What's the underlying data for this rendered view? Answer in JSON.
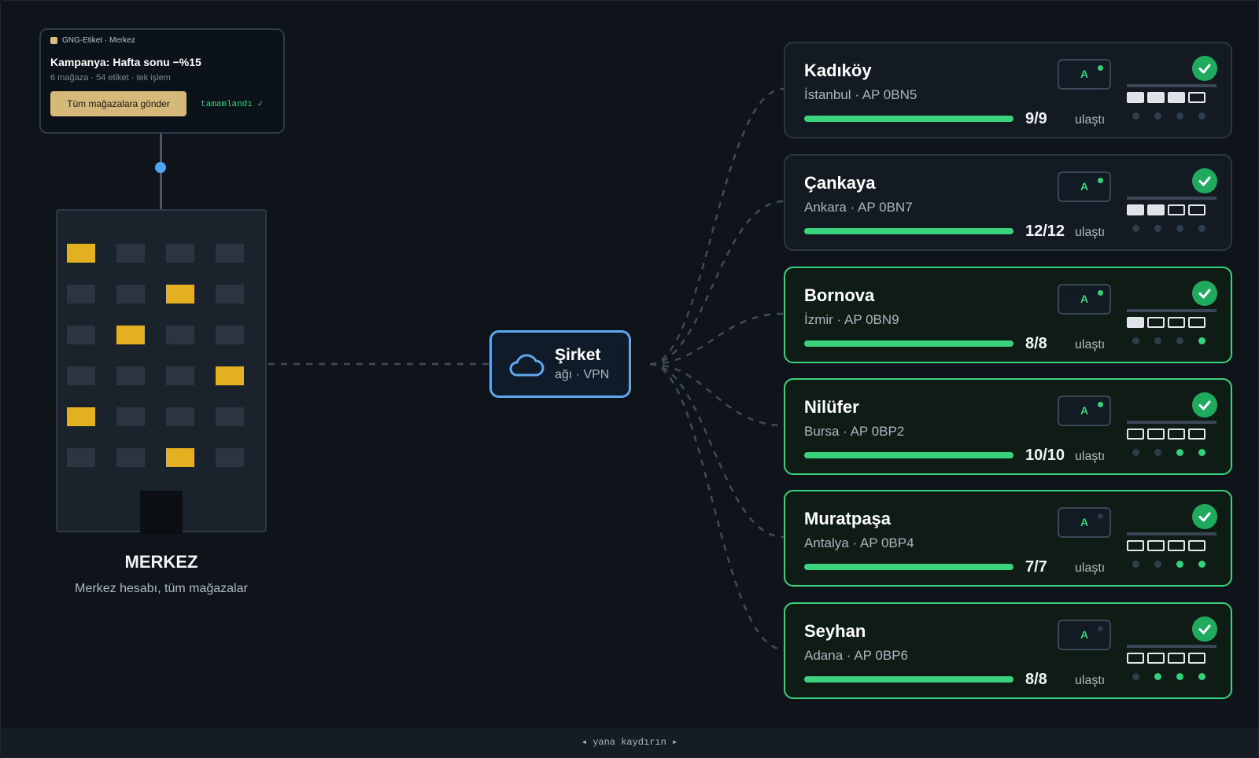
{
  "campaign": {
    "header": "GNG-Etiket · Merkez",
    "title": "Kampanya: Hafta sonu −%15",
    "meta": "6 mağaza · 54 etiket · tek işlem",
    "send_label": "Tüm mağazalara gönder",
    "status": "tamamlandı ✓"
  },
  "hq": {
    "name": "MERKEZ",
    "description": "Merkez hesabı, tüm mağazalar",
    "lit_windows": [
      [
        1,
        0,
        0,
        0
      ],
      [
        0,
        0,
        1,
        0
      ],
      [
        0,
        1,
        0,
        0
      ],
      [
        0,
        0,
        0,
        1
      ],
      [
        1,
        0,
        0,
        0
      ],
      [
        0,
        0,
        1,
        0
      ]
    ]
  },
  "network": {
    "name": "Şirket",
    "sub": "ağı · VPN"
  },
  "stores": [
    {
      "name": "Kadıköy",
      "sub": "İstanbul · AP 0BN5",
      "count": "9/9",
      "reached": "ulaştı",
      "badge": "A",
      "badge_led": true,
      "active": false,
      "progress": 1.0,
      "ports": [
        1,
        1,
        1,
        0
      ],
      "leds": [
        0,
        0,
        0,
        0
      ]
    },
    {
      "name": "Çankaya",
      "sub": "Ankara · AP 0BN7",
      "count": "12/12",
      "reached": "ulaştı",
      "badge": "A",
      "badge_led": true,
      "active": false,
      "progress": 1.0,
      "ports": [
        1,
        1,
        0,
        0
      ],
      "leds": [
        0,
        0,
        0,
        0
      ]
    },
    {
      "name": "Bornova",
      "sub": "İzmir · AP 0BN9",
      "count": "8/8",
      "reached": "ulaştı",
      "badge": "A",
      "badge_led": true,
      "active": true,
      "progress": 1.0,
      "ports": [
        1,
        0,
        0,
        0
      ],
      "leds": [
        0,
        0,
        0,
        1
      ]
    },
    {
      "name": "Nilüfer",
      "sub": "Bursa · AP 0BP2",
      "count": "10/10",
      "reached": "ulaştı",
      "badge": "A",
      "badge_led": true,
      "active": true,
      "progress": 1.0,
      "ports": [
        0,
        0,
        0,
        0
      ],
      "leds": [
        0,
        0,
        1,
        1
      ]
    },
    {
      "name": "Muratpaşa",
      "sub": "Antalya · AP 0BP4",
      "count": "7/7",
      "reached": "ulaştı",
      "badge": "A",
      "badge_led": false,
      "active": true,
      "progress": 1.0,
      "ports": [
        0,
        0,
        0,
        0
      ],
      "leds": [
        0,
        0,
        1,
        1
      ]
    },
    {
      "name": "Seyhan",
      "sub": "Adana · AP 0BP6",
      "count": "8/8",
      "reached": "ulaştı",
      "badge": "A",
      "badge_led": false,
      "active": true,
      "progress": 1.0,
      "ports": [
        0,
        0,
        0,
        0
      ],
      "leds": [
        0,
        1,
        1,
        1
      ]
    }
  ],
  "footer": {
    "hint": "◂ yana kaydırın ▸"
  },
  "colors": {
    "accent_green": "#33d17a",
    "accent_blue": "#5fa8ee",
    "window_lit": "#e3b021",
    "button": "#d6b97a"
  }
}
